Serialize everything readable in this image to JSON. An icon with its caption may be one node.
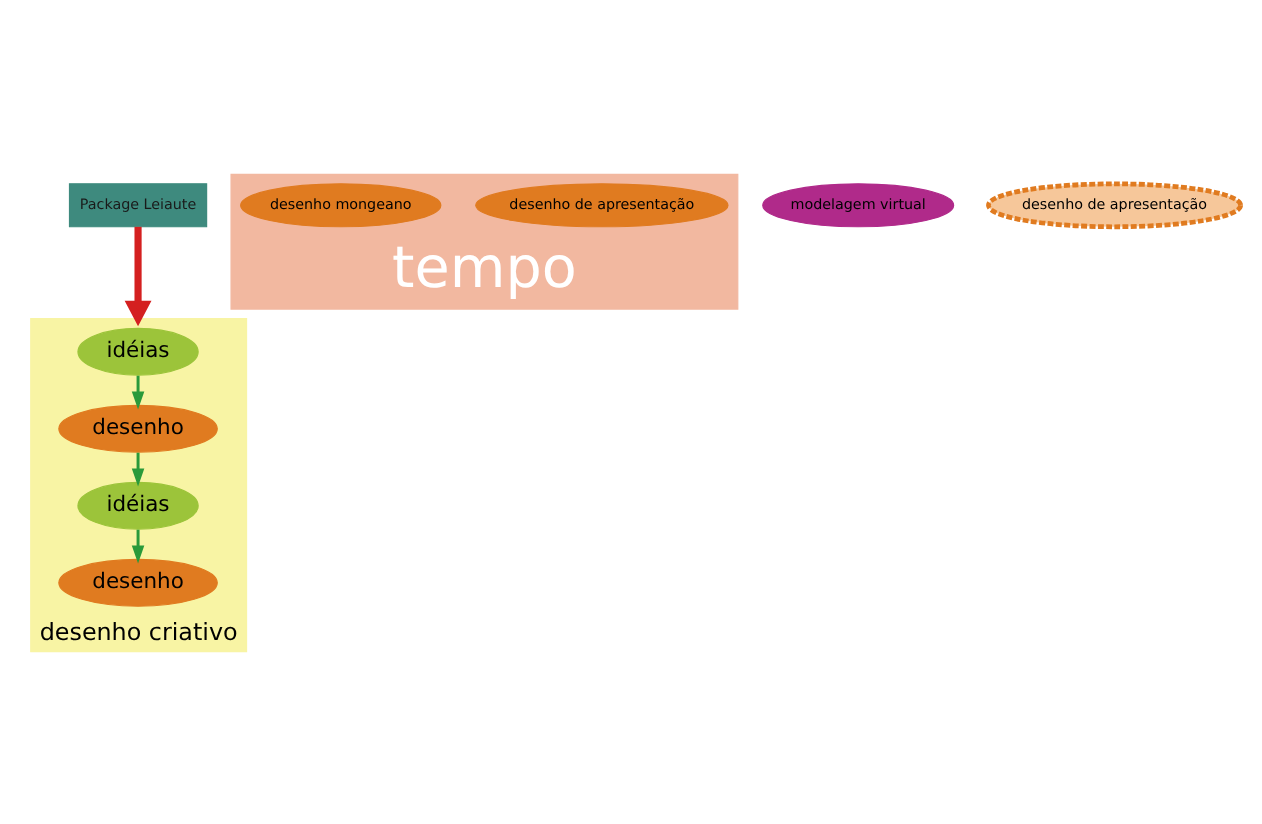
{
  "diagram": {
    "nodes": [
      {
        "text": [
          "Package Leiaute"
        ]
      },
      {
        "text": [
          "desenho criativo"
        ]
      },
      {
        "text": [
          "idéias"
        ],
        "in": 1
      },
      {
        "text": [
          "desenho"
        ],
        "in": 1
      },
      {
        "text": [
          "idéias"
        ],
        "in": 1
      },
      {
        "text": [
          "desenho"
        ],
        "in": 1
      },
      {
        "text": [
          "tempo"
        ]
      },
      {
        "text": [
          "desenho de apresentação"
        ],
        "in": 6
      },
      {
        "text": [
          "desenho mongeano"
        ],
        "in": 6
      },
      {
        "text": [
          "modelagem virtual"
        ]
      },
      {
        "text": [
          "desenho de apresentação"
        ]
      }
    ],
    "edges": [
      {
        "from": 0,
        "to": 1,
        "arrow": "to",
        "style": "thick",
        "color": "#d42020"
      },
      {
        "from": 2,
        "to": 3,
        "arrow": "to"
      },
      {
        "from": 3,
        "to": 4,
        "arrow": "to"
      },
      {
        "from": 4,
        "to": 5,
        "arrow": "to"
      }
    ]
  }
}
